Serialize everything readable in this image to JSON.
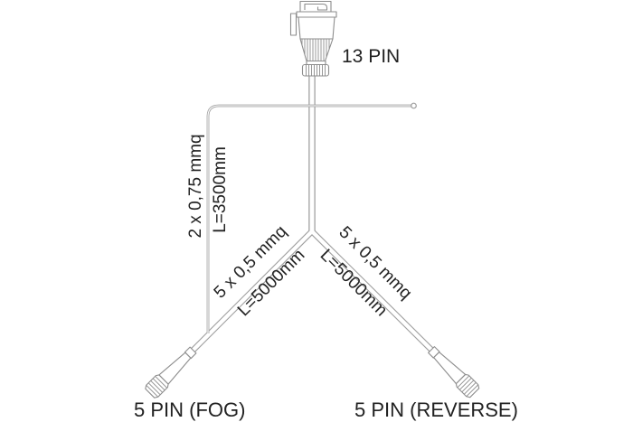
{
  "diagram": {
    "top_connector_label": "13 PIN",
    "aux_cable": {
      "spec": "2 x 0,75 mmq",
      "length": "L=3500mm"
    },
    "left_branch": {
      "spec": "5 x 0,5 mmq",
      "length": "L=5000mm",
      "connector_label": "5 PIN (FOG)"
    },
    "right_branch": {
      "spec": "5 x 0,5 mmq",
      "length": "L=5000mm",
      "connector_label": "5 PIN (REVERSE)"
    },
    "colors": {
      "cable_line": "#9e9e9e",
      "connector_line": "#8d8d8d",
      "text": "#222222",
      "background": "#ffffff"
    }
  }
}
